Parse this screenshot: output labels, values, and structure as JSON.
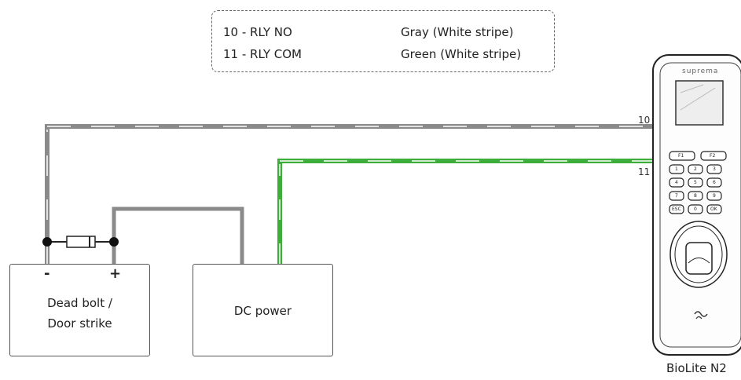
{
  "legend": {
    "rows": [
      {
        "pin": "10 - RLY NO",
        "color": "Gray (White stripe)"
      },
      {
        "pin": "11 - RLY COM",
        "color": "Green (White stripe)"
      }
    ]
  },
  "lock_box": {
    "minus": "-",
    "plus": "+",
    "line1": "Dead bolt /",
    "line2": "Door strike"
  },
  "power_box": {
    "label": "DC power"
  },
  "wires": {
    "gray_no": "10",
    "green_no": "11"
  },
  "device": {
    "name": "BioLite N2",
    "brand": "suprema",
    "keys": {
      "f1": "F1",
      "f2": "F2",
      "k1": "1",
      "k2": "2",
      "k3": "3",
      "k4": "4",
      "k5": "5",
      "k6": "6",
      "k7": "7",
      "k8": "8",
      "k9": "9",
      "esc": "ESC",
      "k0": "0",
      "ok": "OK"
    }
  },
  "colors": {
    "gray_wire": "#8a8a8a",
    "green_wire": "#3dae3a",
    "stripe": "#ffffff"
  }
}
